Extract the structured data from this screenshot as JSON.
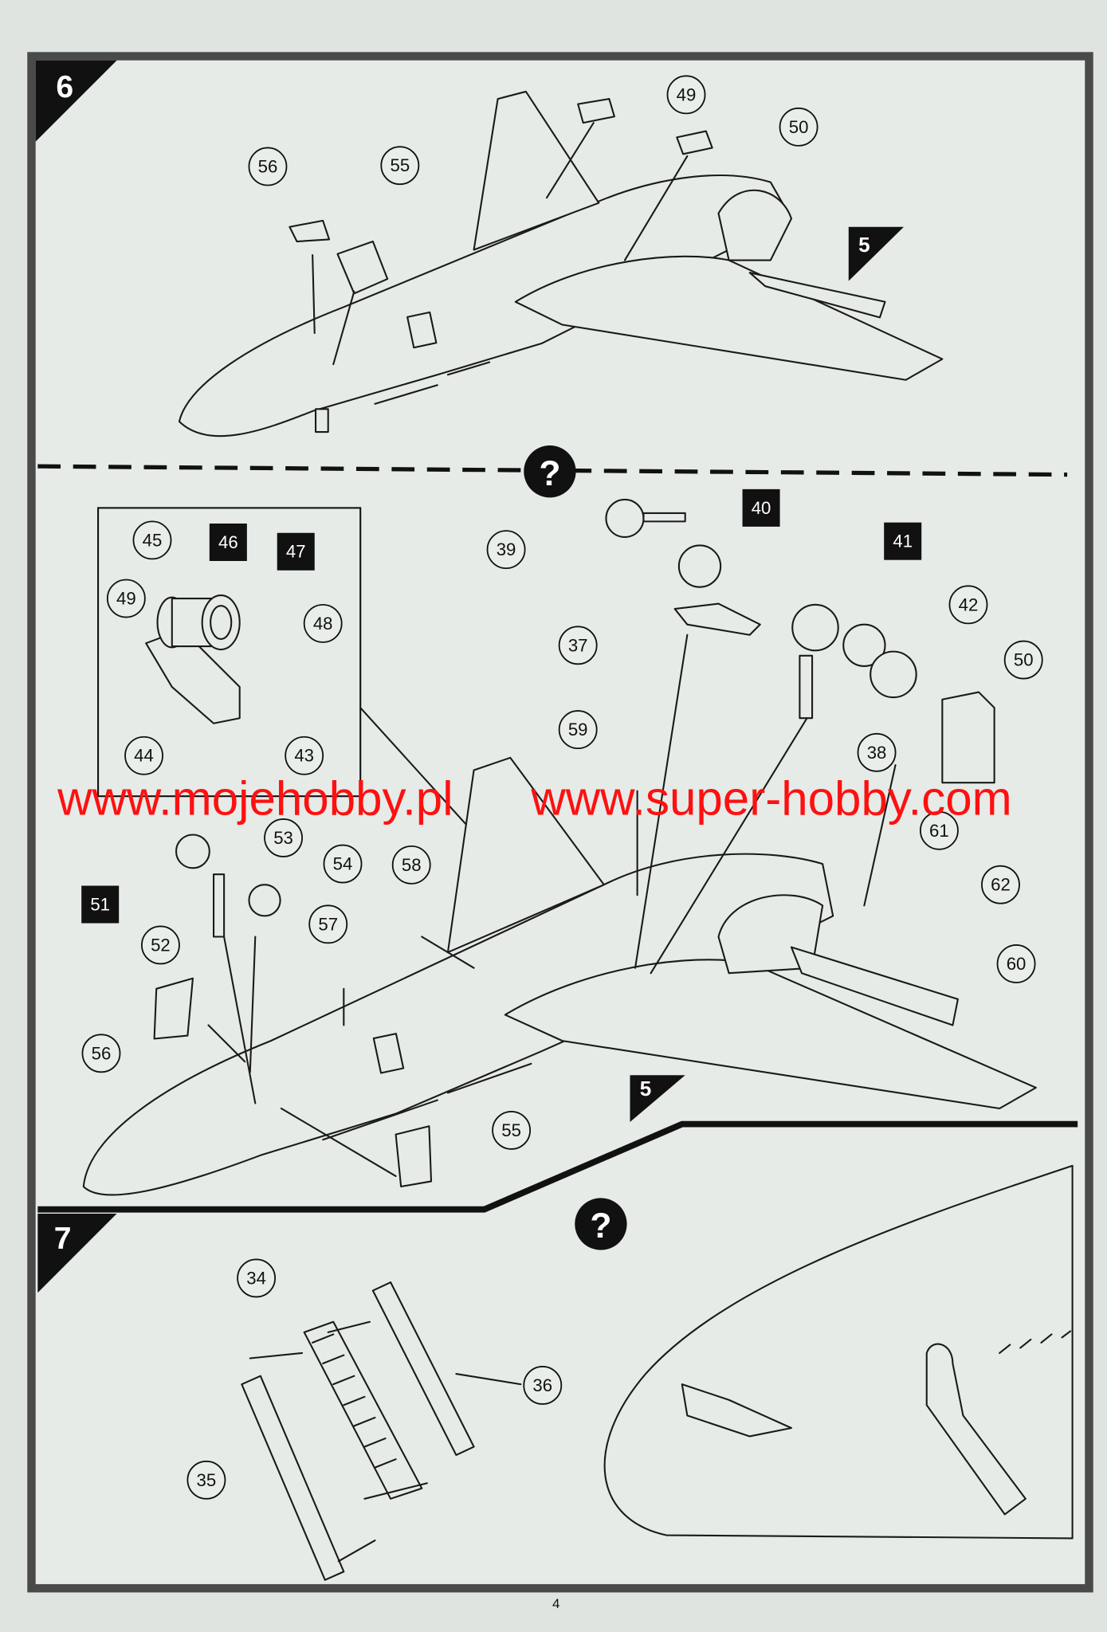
{
  "step6": {
    "number": "6",
    "callouts": [
      "49",
      "50",
      "56",
      "55"
    ],
    "ref_step": "5"
  },
  "help_icon": "?",
  "subassembly": {
    "callouts": [
      "45",
      "46",
      "47",
      "49",
      "48",
      "44",
      "43"
    ]
  },
  "main_assembly": {
    "callouts": [
      "39",
      "40",
      "41",
      "37",
      "42",
      "50",
      "59",
      "38",
      "53",
      "54",
      "51",
      "58",
      "61",
      "62",
      "52",
      "57",
      "60",
      "56",
      "55"
    ],
    "ref_step": "5"
  },
  "step7": {
    "number": "7",
    "callouts": [
      "34",
      "36",
      "35"
    ]
  },
  "watermark": {
    "left": "www.mojehobby.pl",
    "right": "www.super-hobby.com"
  },
  "page_number": "4",
  "colors": {
    "watermark": "#ff1010",
    "frame": "#4a4a4a",
    "paper": "#e3e8e5"
  }
}
